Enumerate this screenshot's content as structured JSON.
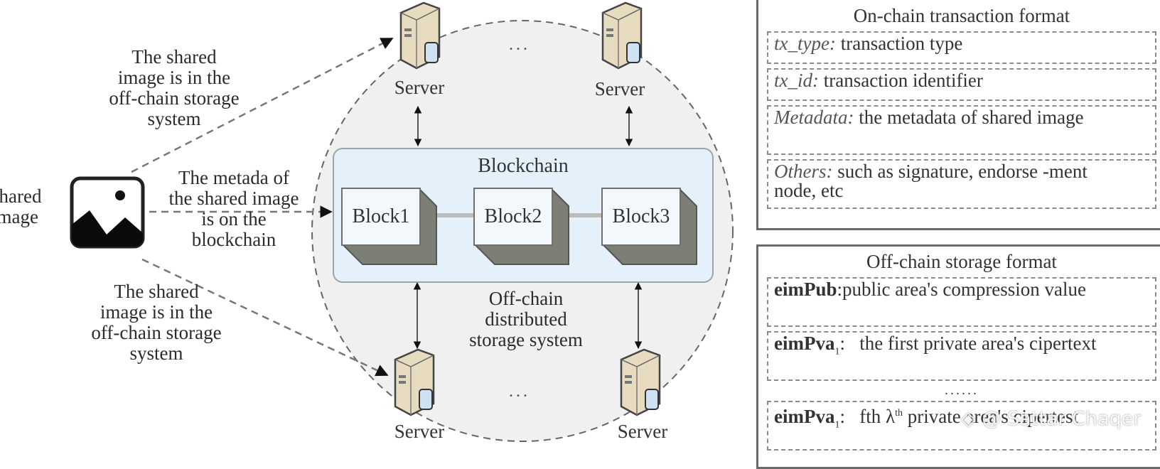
{
  "diagram": {
    "left_labels": {
      "image_caption": [
        "shared",
        "image"
      ],
      "top_annotation": [
        "The shared",
        "image is in the",
        "off-chain storage",
        "system"
      ],
      "middle_annotation": [
        "The metada of",
        "the shared image",
        "is on the",
        "blockchain"
      ],
      "bottom_annotation": [
        "The shared",
        "image is in the",
        "off-chain storage",
        "system"
      ]
    },
    "servers": [
      {
        "id": "server-top-left",
        "label": "Server"
      },
      {
        "id": "server-top-right",
        "label": "Server"
      },
      {
        "id": "server-bottom-left",
        "label": "Server"
      },
      {
        "id": "server-bottom-right",
        "label": "Server"
      }
    ],
    "ellipsis_top": "...",
    "ellipsis_bottom": "...",
    "blockchain": {
      "title": "Blockchain",
      "blocks": [
        "Block1",
        "Block2",
        "Block3"
      ]
    },
    "storage_label": [
      "Off-chain",
      "distributed",
      "storage system"
    ],
    "colors": {
      "storage_circle": "#f0f0f0",
      "blockchain_fill": "#e4f1fb",
      "block_side": "#7d7f74",
      "server_body": "#e8dcc0"
    }
  },
  "onchain_panel": {
    "title": "On-chain transaction format",
    "fields": [
      {
        "key": "tx_type",
        "sep": ":",
        "text": " transaction type"
      },
      {
        "key": "tx_id",
        "sep": ":",
        "text": " transaction identifier"
      },
      {
        "key": "Metadata",
        "sep": ":",
        "text": " the metadata of shared image"
      },
      {
        "key": "Others",
        "sep": ":",
        "text": " such as signature, endorse -ment node, etc"
      }
    ]
  },
  "offchain_panel": {
    "title": "Off-chain storage format",
    "fields": [
      {
        "key": "eimPub",
        "sub": "",
        "sep": ":",
        "text": "public area's compression value"
      },
      {
        "key": "eimPva",
        "sub": "1",
        "sep": ":",
        "text": "   the first private area's cipertext"
      }
    ],
    "ellipsis": "......",
    "last_field": {
      "key": "eimPva",
      "sub": "1",
      "sep": ":",
      "text": "   fth λ",
      "sup": "th",
      "text2": " private area's cipertest"
    }
  },
  "watermark": "@ Sattar Chaqer"
}
